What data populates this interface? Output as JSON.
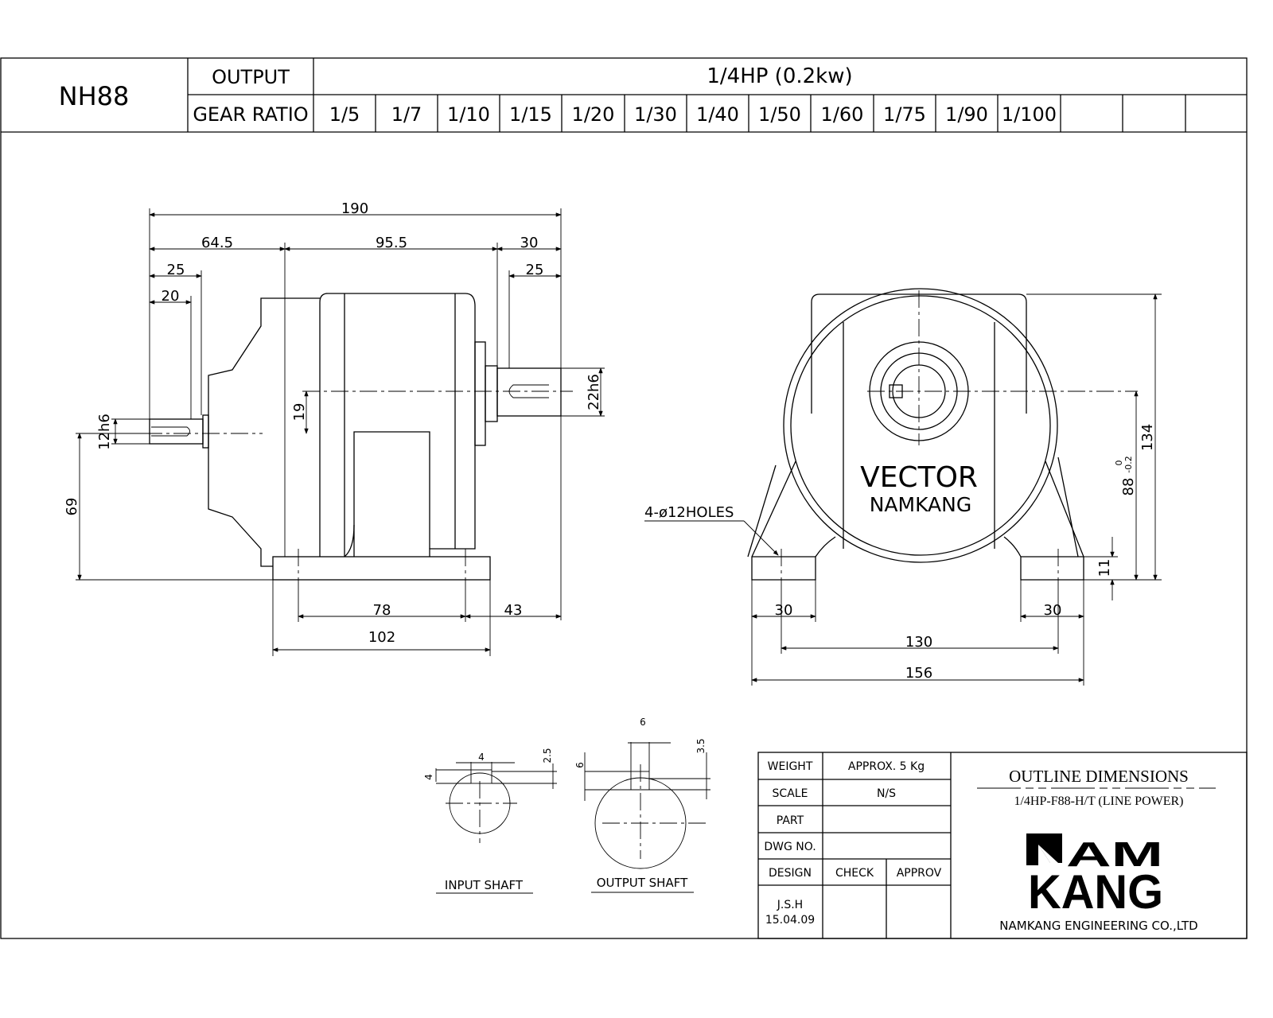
{
  "header": {
    "model": "NH88",
    "output_label": "OUTPUT",
    "output_value": "1/4HP (0.2kw)",
    "gear_ratio_label": "GEAR RATIO",
    "gear_ratios": [
      "1/5",
      "1/7",
      "1/10",
      "1/15",
      "1/20",
      "1/30",
      "1/40",
      "1/50",
      "1/60",
      "1/75",
      "1/90",
      "1/100",
      "",
      ""
    ]
  },
  "side_view": {
    "dims": {
      "overall": "190",
      "a": "64.5",
      "b": "95.5",
      "c": "30",
      "in_25": "25",
      "out_25": "25",
      "in_20": "20",
      "base_78": "78",
      "base_43": "43",
      "base_102": "102",
      "height_69": "69",
      "in_shaft": "12h6",
      "offset_19": "19",
      "out_shaft": "22h6"
    }
  },
  "front_view": {
    "brand_line1": "VECTOR",
    "brand_line2": "NAMKANG",
    "holes_note": "4-ø12HOLES",
    "dims": {
      "height_134": "134",
      "center_88": "88",
      "tol_upper": "0",
      "tol_lower": "-0.2",
      "foot_11": "11",
      "foot_l": "30",
      "foot_r": "30",
      "holes_130": "130",
      "width_156": "156"
    }
  },
  "shafts": {
    "input": {
      "label": "INPUT SHAFT",
      "key_w": "4",
      "key_h": "4",
      "depth": "2.5"
    },
    "output": {
      "label": "OUTPUT SHAFT",
      "key_w": "6",
      "key_h": "6",
      "depth": "3.5"
    }
  },
  "title_block": {
    "weight_label": "WEIGHT",
    "weight_value": "APPROX. 5 Kg",
    "scale_label": "SCALE",
    "scale_value": "N/S",
    "part_label": "PART",
    "part_value": "",
    "dwg_label": "DWG NO.",
    "dwg_value": "",
    "design_label": "DESIGN",
    "check_label": "CHECK",
    "approv_label": "APPROV",
    "designer": "J.S.H",
    "date": "15.04.09",
    "title": "OUTLINE DIMENSIONS",
    "subtitle": "1/4HP-F88-H/T (LINE POWER)",
    "logo_line1": "NAM",
    "logo_line2": "KANG",
    "company": "NAMKANG ENGINEERING CO.,LTD"
  }
}
